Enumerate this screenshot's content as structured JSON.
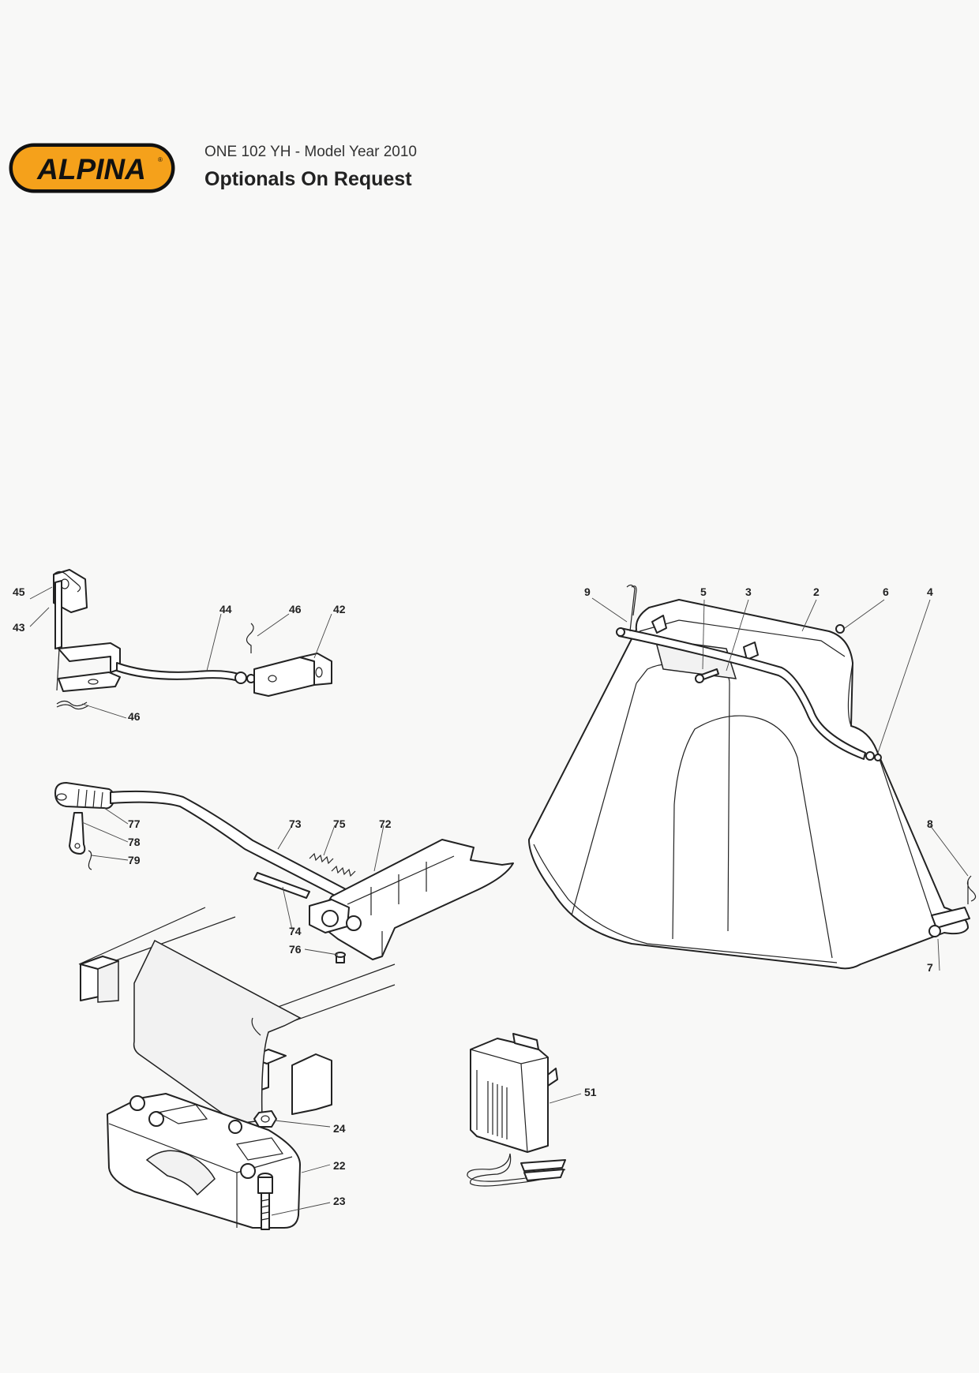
{
  "header": {
    "brand": "ALPINA",
    "subtitle": "ONE 102 YH - Model Year 2010",
    "title": "Optionals On Request"
  },
  "diagram": {
    "callouts": [
      "45",
      "43",
      "44",
      "46",
      "42",
      "46",
      "77",
      "78",
      "79",
      "73",
      "75",
      "72",
      "74",
      "76",
      "24",
      "22",
      "23",
      "51",
      "9",
      "5",
      "3",
      "2",
      "6",
      "4",
      "8",
      "7"
    ]
  },
  "colors": {
    "brand_orange": "#f5a11b",
    "brand_black": "#111111",
    "line": "#222222",
    "background": "#f8f8f7"
  }
}
